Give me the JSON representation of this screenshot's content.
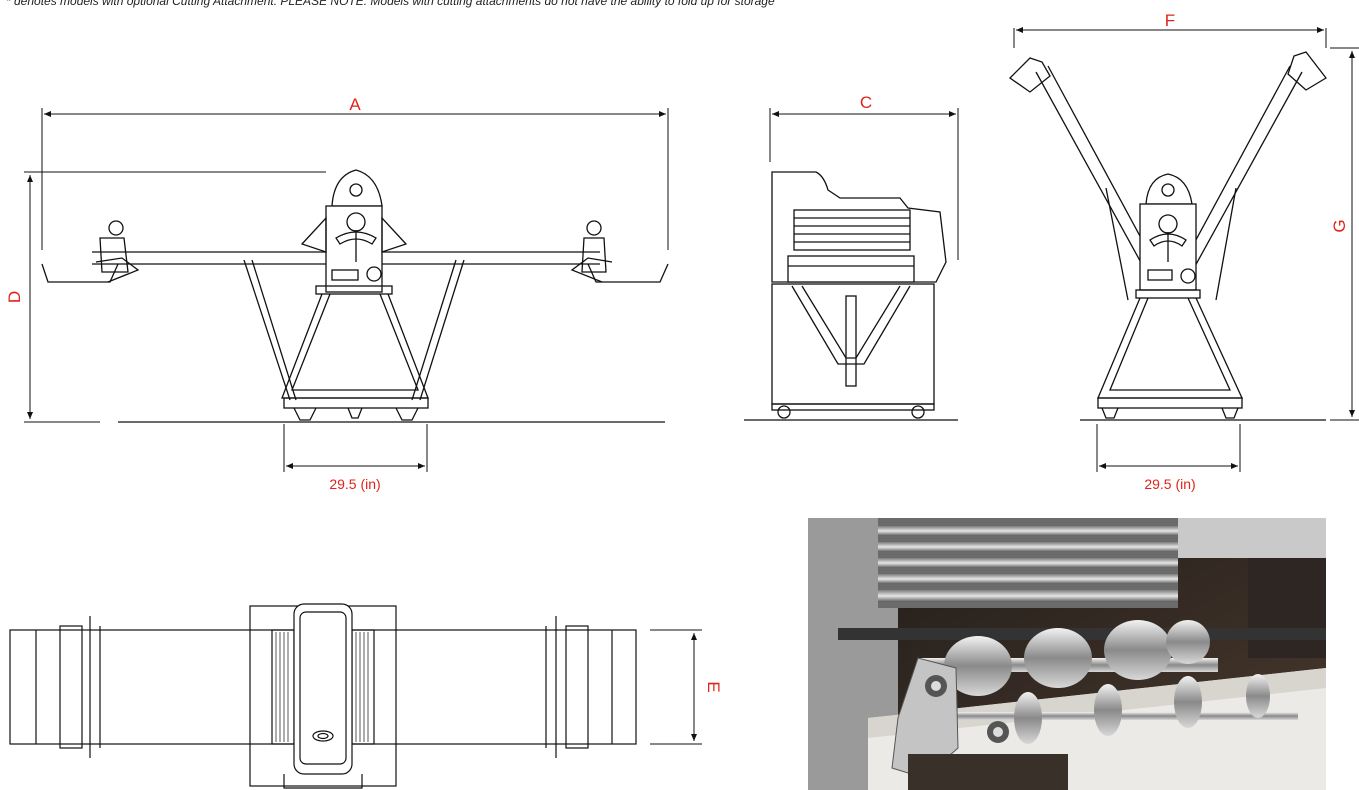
{
  "note": "* denotes models with optional Cutting Attachment. PLEASE NOTE: Models with cutting attachments do not have the ability to fold up for storage",
  "labels": {
    "a": "A",
    "c": "C",
    "d": "D",
    "e": "E",
    "f": "F",
    "g": "G",
    "base_width_front": "29.5 (in)",
    "base_width_folded": "29.5 (in)"
  },
  "colors": {
    "dimension": "#e0241b",
    "line": "#111111",
    "steel": "#b9b9b9"
  }
}
